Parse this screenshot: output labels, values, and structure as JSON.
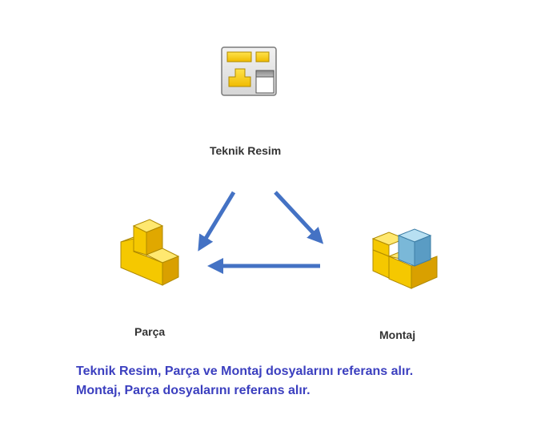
{
  "nodes": {
    "drawing": {
      "label": "Teknik Resim",
      "icon": "drawing-document-icon"
    },
    "part": {
      "label": "Parça",
      "icon": "part-icon"
    },
    "assembly": {
      "label": "Montaj",
      "icon": "assembly-icon"
    }
  },
  "captions": [
    "Teknik Resim, Parça ve Montaj dosyalarını referans alır.",
    "Montaj, Parça dosyalarını referans alır."
  ],
  "colors": {
    "arrow": "#4472c4",
    "caption": "#3b3fbf",
    "part_yellow": "#f5c800",
    "assembly_blue": "#7ab8d8"
  }
}
